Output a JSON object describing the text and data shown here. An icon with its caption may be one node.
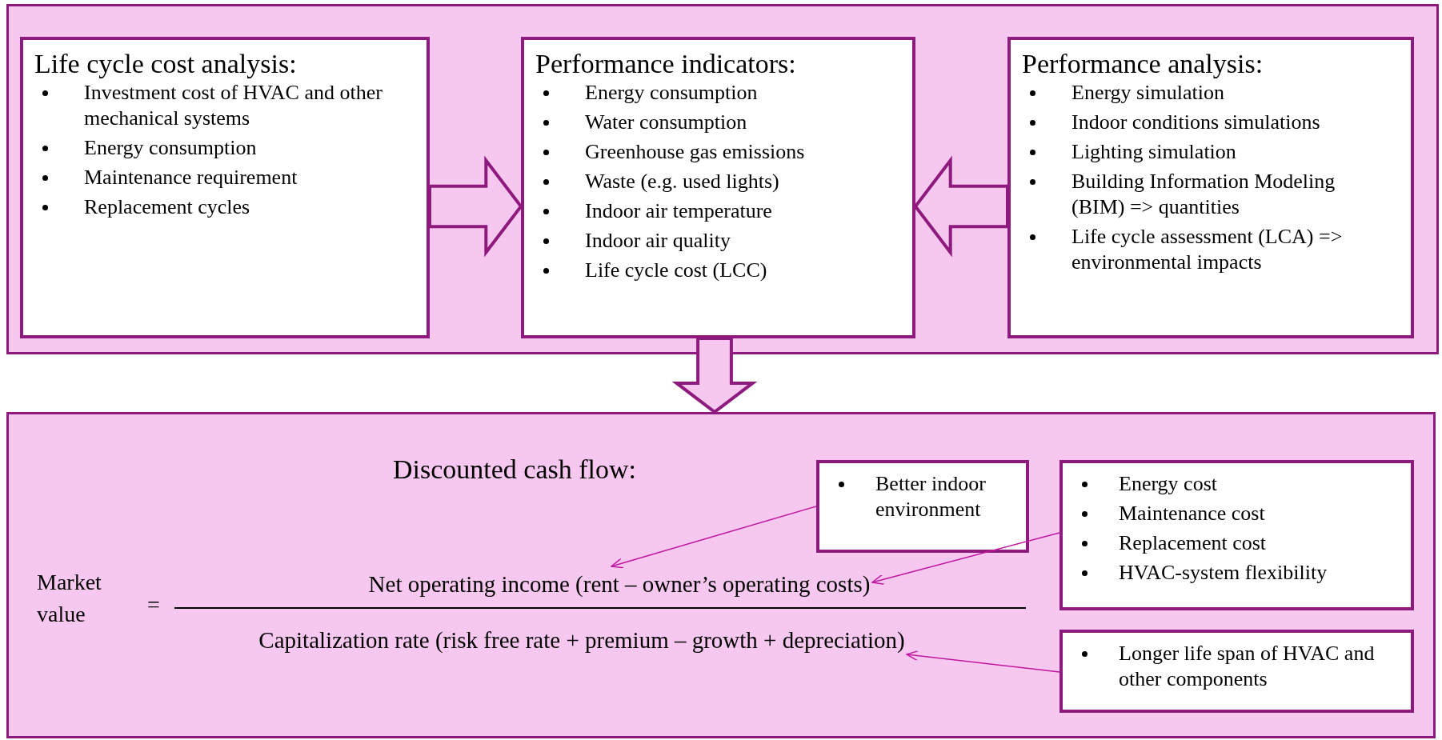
{
  "diagram": {
    "nodes": [
      {
        "text": [],
        "shape": "box"
      },
      {
        "text": [
          "Life cycle cost analysis:",
          "Investment cost of HVAC and other mechanical systems",
          "Energy consumption",
          "Maintenance requirement",
          "Replacement cycles"
        ],
        "in": 0
      },
      {
        "text": [
          "Performance indicators:",
          "Energy consumption",
          "Water consumption",
          "Greenhouse gas emissions",
          "Waste (e.g. used lights)",
          "Indoor air temperature",
          "Indoor air quality",
          "Life cycle cost (LCC)"
        ],
        "in": 0
      },
      {
        "text": [
          "Performance analysis:",
          "Energy simulation",
          "Indoor conditions simulations",
          "Lighting simulation",
          "Building Information Modeling (BIM) => quantities",
          "Life cycle assessment (LCA) => environmental impacts"
        ],
        "in": 0
      },
      {
        "text": [
          "Discounted cash flow:"
        ]
      },
      {
        "text": [
          "Better indoor environment"
        ],
        "in": 4
      },
      {
        "text": [
          "Energy cost",
          "Maintenance cost",
          "Replacement cost",
          "HVAC-system flexibility"
        ],
        "in": 4
      },
      {
        "text": [
          "Longer life span of HVAC and other components"
        ],
        "in": 4
      },
      {
        "text": [
          "Net operating income (rent – owner’s operating costs)"
        ],
        "in": 4
      },
      {
        "text": [
          "Capitalization rate (risk free rate + premium – growth + depreciation)"
        ],
        "in": 4
      }
    ],
    "edges": [
      {
        "from": 1,
        "to": 2,
        "arrow": "to",
        "style": "thick"
      },
      {
        "from": 3,
        "to": 2,
        "arrow": "to",
        "style": "thick"
      },
      {
        "from": 2,
        "to": 4,
        "arrow": "to",
        "style": "thick"
      },
      {
        "from": 5,
        "to": 8,
        "arrow": "to",
        "color": "#c0169f"
      },
      {
        "from": 6,
        "to": 8,
        "arrow": "to",
        "color": "#c0169f"
      },
      {
        "from": 7,
        "to": 9,
        "arrow": "to",
        "color": "#c0169f"
      }
    ],
    "labels": [
      "Market value",
      "="
    ]
  }
}
